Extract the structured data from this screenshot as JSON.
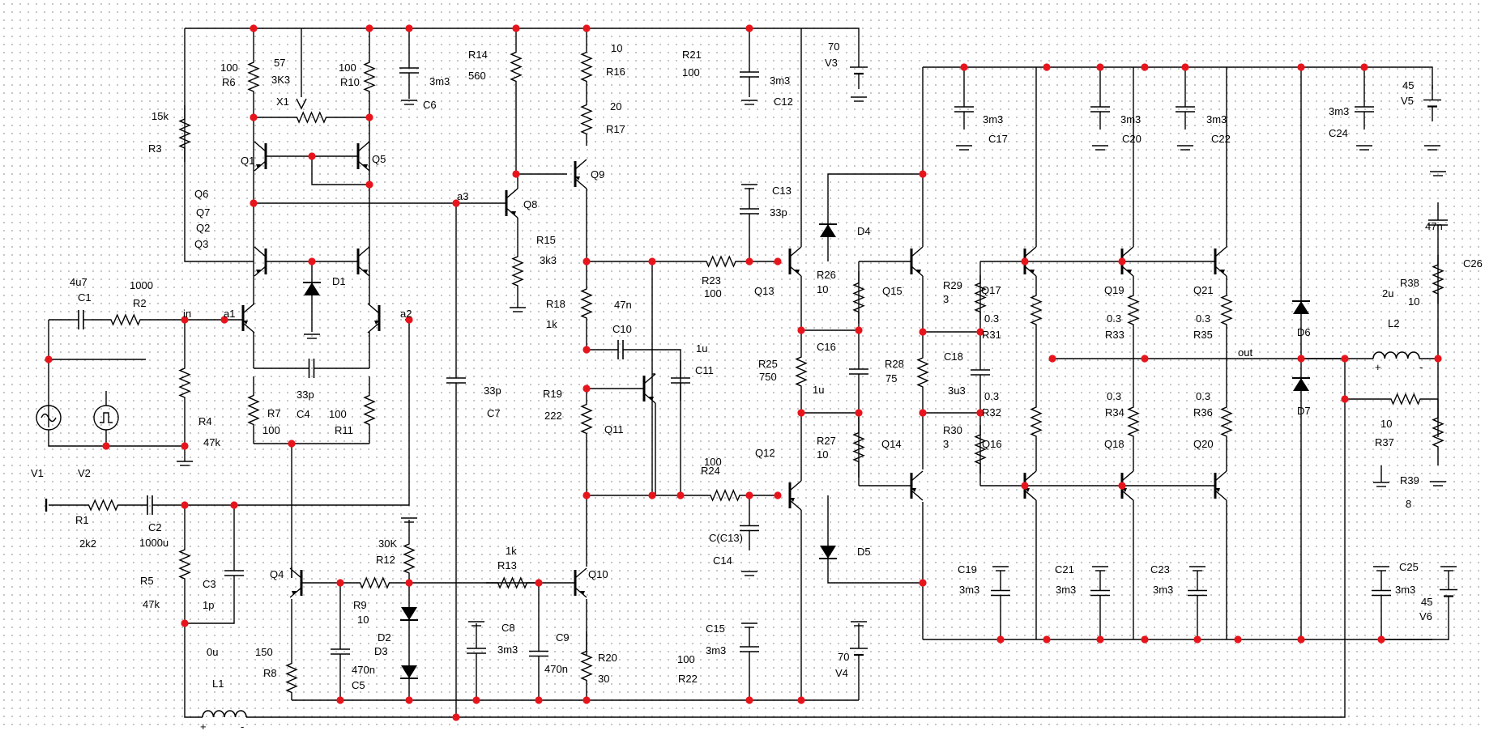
{
  "schematic": {
    "colors": {
      "wire": "#000000",
      "node": "#e8141c",
      "grid": "#b7b7b7",
      "background": "#ffffff"
    },
    "resistors": [
      {
        "ref": "R1",
        "value": "2k2"
      },
      {
        "ref": "R2",
        "value": "1000"
      },
      {
        "ref": "R3",
        "value": "15k"
      },
      {
        "ref": "R4",
        "value": "47k"
      },
      {
        "ref": "R5",
        "value": "47k"
      },
      {
        "ref": "R6",
        "value": "100"
      },
      {
        "ref": "R7",
        "value": "100"
      },
      {
        "ref": "R8",
        "value": "150"
      },
      {
        "ref": "R9",
        "value": "10"
      },
      {
        "ref": "R10",
        "value": "100"
      },
      {
        "ref": "R11",
        "value": "100"
      },
      {
        "ref": "R12",
        "value": "30K"
      },
      {
        "ref": "R13",
        "value": "1k"
      },
      {
        "ref": "R14",
        "value": "560"
      },
      {
        "ref": "R15",
        "value": "3k3"
      },
      {
        "ref": "R16",
        "value": "10"
      },
      {
        "ref": "R17",
        "value": "20"
      },
      {
        "ref": "R18",
        "value": "1k"
      },
      {
        "ref": "R19",
        "value": "222"
      },
      {
        "ref": "R20",
        "value": "30"
      },
      {
        "ref": "R21",
        "value": "100"
      },
      {
        "ref": "R22",
        "value": "100"
      },
      {
        "ref": "R23",
        "value": "100"
      },
      {
        "ref": "R24",
        "value": "100"
      },
      {
        "ref": "R25",
        "value": "750"
      },
      {
        "ref": "R26",
        "value": "10"
      },
      {
        "ref": "R27",
        "value": "10"
      },
      {
        "ref": "R28",
        "value": "75"
      },
      {
        "ref": "R29",
        "value": "3"
      },
      {
        "ref": "R30",
        "value": "3"
      },
      {
        "ref": "R31",
        "value": "0.3"
      },
      {
        "ref": "R32",
        "value": "0.3"
      },
      {
        "ref": "R33",
        "value": "0.3"
      },
      {
        "ref": "R34",
        "value": "0.3"
      },
      {
        "ref": "R35",
        "value": "0.3"
      },
      {
        "ref": "R36",
        "value": "0.3"
      },
      {
        "ref": "R37",
        "value": "10"
      },
      {
        "ref": "R38",
        "value": "10"
      },
      {
        "ref": "R39",
        "value": "8"
      }
    ],
    "capacitors": [
      {
        "ref": "C1",
        "value": "4u7"
      },
      {
        "ref": "C2",
        "value": "1000u"
      },
      {
        "ref": "C3",
        "value": "1p"
      },
      {
        "ref": "C4",
        "value": "33p"
      },
      {
        "ref": "C5",
        "value": "470n"
      },
      {
        "ref": "C6",
        "value": "3m3"
      },
      {
        "ref": "C7",
        "value": "33p"
      },
      {
        "ref": "C8",
        "value": "3m3"
      },
      {
        "ref": "C9",
        "value": "470n"
      },
      {
        "ref": "C10",
        "value": "47n"
      },
      {
        "ref": "C11",
        "value": "1u"
      },
      {
        "ref": "C12",
        "value": "3m3"
      },
      {
        "ref": "C13",
        "value": "33p"
      },
      {
        "ref": "C14",
        "value": "C(C13)"
      },
      {
        "ref": "C15",
        "value": "3m3"
      },
      {
        "ref": "C16",
        "value": "1u"
      },
      {
        "ref": "C17",
        "value": "3m3"
      },
      {
        "ref": "C18",
        "value": "3u3"
      },
      {
        "ref": "C19",
        "value": "3m3"
      },
      {
        "ref": "C20",
        "value": "3m3"
      },
      {
        "ref": "C21",
        "value": "3m3"
      },
      {
        "ref": "C22",
        "value": "3m3"
      },
      {
        "ref": "C23",
        "value": "3m3"
      },
      {
        "ref": "C24",
        "value": "3m3"
      },
      {
        "ref": "C25",
        "value": "3m3"
      },
      {
        "ref": "C26",
        "value": "47n"
      }
    ],
    "sources": [
      {
        "ref": "V1",
        "value": ""
      },
      {
        "ref": "V2",
        "value": ""
      },
      {
        "ref": "V3",
        "value": "70"
      },
      {
        "ref": "V4",
        "value": "70"
      },
      {
        "ref": "V5",
        "value": "45"
      },
      {
        "ref": "V6",
        "value": "45"
      }
    ],
    "inductors": [
      {
        "ref": "L1",
        "value": "0u"
      },
      {
        "ref": "L2",
        "value": "2u"
      }
    ],
    "potentiometer": {
      "ref": "X1",
      "value": "3K3",
      "pos": "57"
    },
    "transistors": [
      "Q1",
      "Q2",
      "Q3",
      "Q4",
      "Q5",
      "Q6",
      "Q7",
      "Q8",
      "Q9",
      "Q10",
      "Q11",
      "Q12",
      "Q13",
      "Q14",
      "Q15",
      "Q16",
      "Q17",
      "Q18",
      "Q19",
      "Q20",
      "Q21"
    ],
    "diodes": [
      "D1",
      "D2",
      "D3",
      "D4",
      "D5",
      "D6",
      "D7"
    ],
    "net_labels": [
      "in",
      "a1",
      "a2",
      "a3",
      "out"
    ]
  }
}
